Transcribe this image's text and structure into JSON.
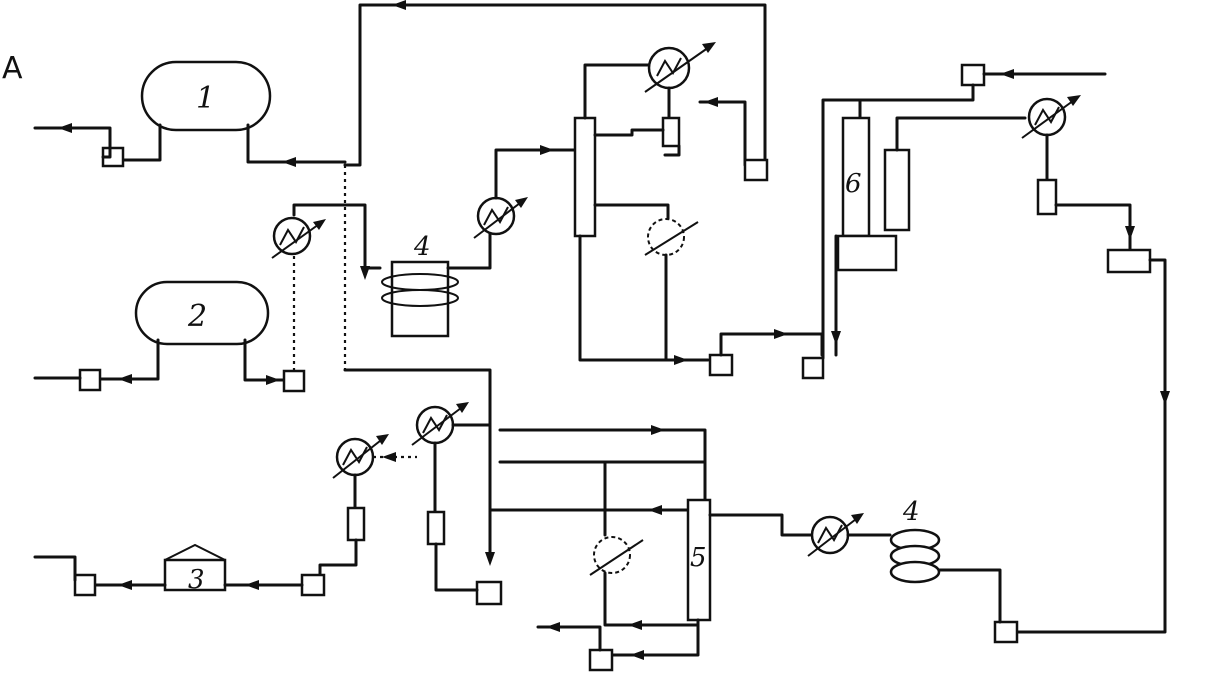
{
  "corner_label": "A",
  "labels": {
    "tank1": "1",
    "tank2": "2",
    "unit3": "3",
    "coil4_top": "4",
    "coil4_bottom": "4",
    "column5": "5",
    "column6": "6"
  }
}
